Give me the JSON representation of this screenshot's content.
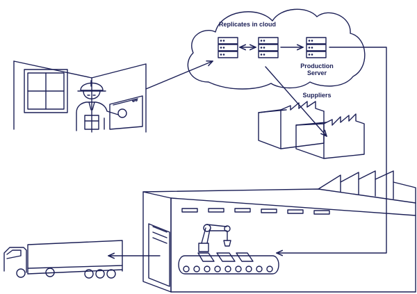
{
  "labels": {
    "cloud": "Replicates in cloud",
    "production_server_line1": "Production",
    "production_server_line2": "Server",
    "suppliers": "Suppliers"
  },
  "colors": {
    "ink": "#1b1f56",
    "background": "#ffffff"
  },
  "icons": [
    "operator-worker-icon",
    "server-icon",
    "supplier-factory-icon",
    "factory-building-icon",
    "robot-arm-icon",
    "conveyor-icon",
    "truck-icon"
  ]
}
